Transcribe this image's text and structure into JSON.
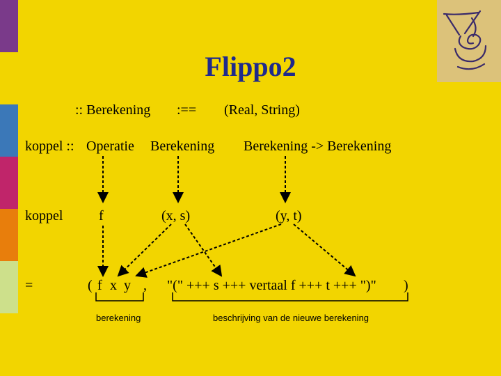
{
  "slide": {
    "title": "Flippo2",
    "type_def": {
      "lhs": ":: Berekening",
      "op": ":==",
      "rhs": "(Real, String)"
    },
    "signature": {
      "name_type": "koppel ::",
      "arg1": "Operatie",
      "arg2": "Berekening",
      "result": "Berekening -> Berekening"
    },
    "pattern": {
      "name": "koppel",
      "p1": "f",
      "p2": "(x, s)",
      "p3": "(y, t)"
    },
    "body": {
      "eq": "=",
      "open": "(",
      "f": "f",
      "x": "x",
      "y": "y",
      "comma": ",",
      "expr": "\"(\" +++ s +++ vertaal f +++ t +++ \")\"",
      "close": ")"
    },
    "annotations": {
      "left": "berekening",
      "right": "beschrijving van de nieuwe berekening"
    }
  },
  "colors": {
    "background": "#f2d500",
    "title": "#1f2a8c",
    "stripes": [
      "#7a3a8a",
      "#f2d500",
      "#3b78b8",
      "#c0256a",
      "#e87e0c",
      "#cde08b"
    ],
    "logo_panel": "#dcc27a"
  },
  "icons": {
    "logo": "spiral-logo-icon"
  }
}
